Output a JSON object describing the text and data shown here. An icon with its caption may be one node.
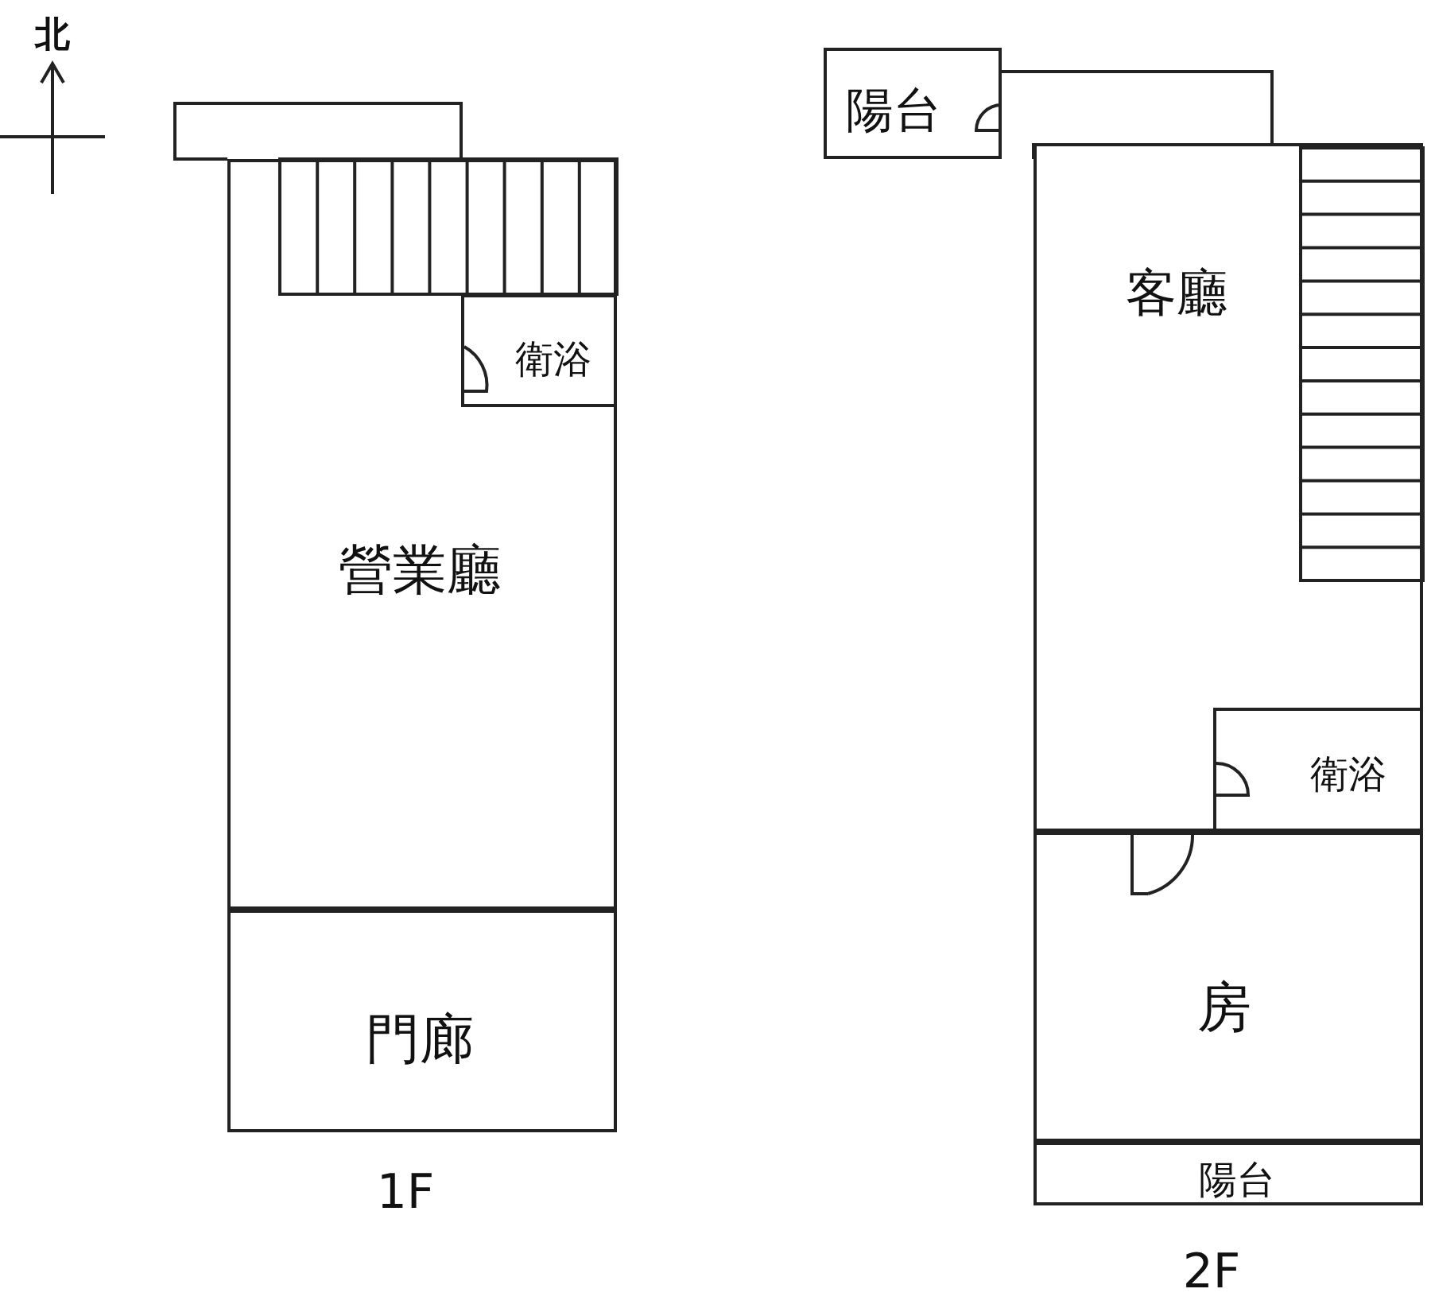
{
  "diagram": {
    "nodes": [
      {
        "text": [
          "營業廳"
        ]
      },
      {
        "text": [
          "衛浴"
        ],
        "in": 0
      },
      {
        "text": [
          "門廊"
        ]
      },
      {
        "text": [
          "陽台"
        ]
      },
      {
        "text": [
          "客廳"
        ]
      },
      {
        "text": [
          "衛浴"
        ],
        "in": 4
      },
      {
        "text": [
          "房"
        ]
      },
      {
        "text": [
          "陽台"
        ]
      }
    ],
    "edges": [],
    "labels": [
      "北",
      "1F",
      "2F"
    ]
  }
}
